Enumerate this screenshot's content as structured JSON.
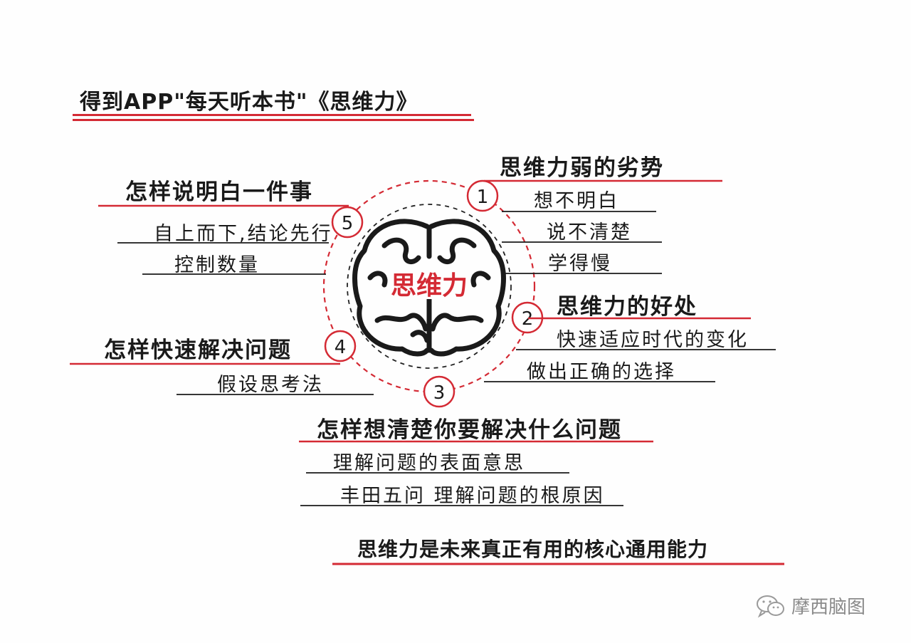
{
  "title": "得到APP\"每天听本书\"《思维力》",
  "center_label": "思维力",
  "branches": [
    {
      "number": "1",
      "heading": "思维力弱的劣势",
      "items": [
        "想不明白",
        "说不清楚",
        "学得慢"
      ]
    },
    {
      "number": "2",
      "heading": "思维力的好处",
      "items": [
        "快速适应时代的变化",
        "做出正确的选择"
      ]
    },
    {
      "number": "3",
      "heading": "怎样想清楚你要解决什么问题",
      "items": [
        "理解问题的表面意思",
        "丰田五问 理解问题的根原因"
      ]
    },
    {
      "number": "4",
      "heading": "怎样快速解决问题",
      "items": [
        "假设思考法"
      ]
    },
    {
      "number": "5",
      "heading": "怎样说明白一件事",
      "items": [
        "自上而下,结论先行",
        "控制数量"
      ]
    }
  ],
  "conclusion": "思维力是未来真正有用的核心通用能力",
  "watermark": "摩西脑图",
  "colors": {
    "accent": "#d42a34",
    "ink": "#1a1a1a"
  }
}
